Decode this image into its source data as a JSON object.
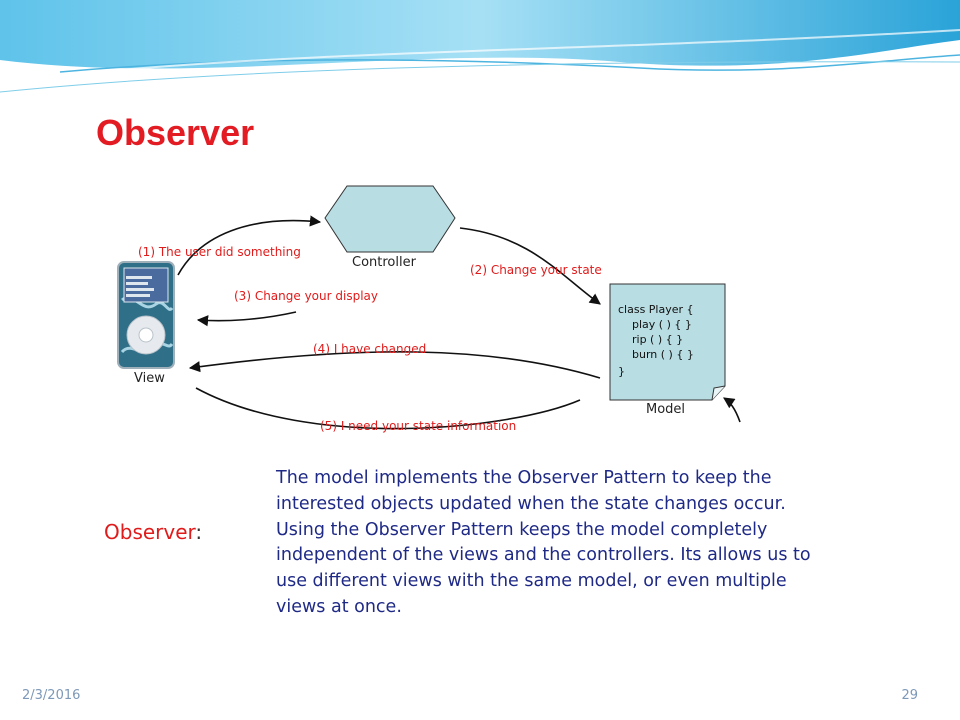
{
  "slide": {
    "title": "Observer",
    "date": "2/3/2016",
    "page_number": "29"
  },
  "diagram": {
    "nodes": {
      "controller": "Controller",
      "view": "View",
      "model": "Model"
    },
    "edges": [
      "(1) The user did something",
      "(2) Change your state",
      "(3) Change your display",
      "(4) I have changed",
      "(5) I need your state information"
    ],
    "model_code": [
      "class Player {",
      "play ( ) { }",
      "rip ( ) { }",
      "burn ( ) { }",
      "}"
    ],
    "colors": {
      "node_fill": "#b8dde3",
      "edge_label": "#e01b1b"
    }
  },
  "content": {
    "label": "Observer",
    "label_suffix": ":",
    "description": "The model implements the Observer Pattern to keep the interested objects updated when the state changes occur. Using the Observer Pattern keeps the model completely independent of the views and the controllers. Its allows us to use different views with the same model, or even multiple views at once."
  },
  "theme": {
    "title_color": "#e31b23",
    "body_text_color": "#1f2a86",
    "footer_color": "#7d98b8"
  }
}
